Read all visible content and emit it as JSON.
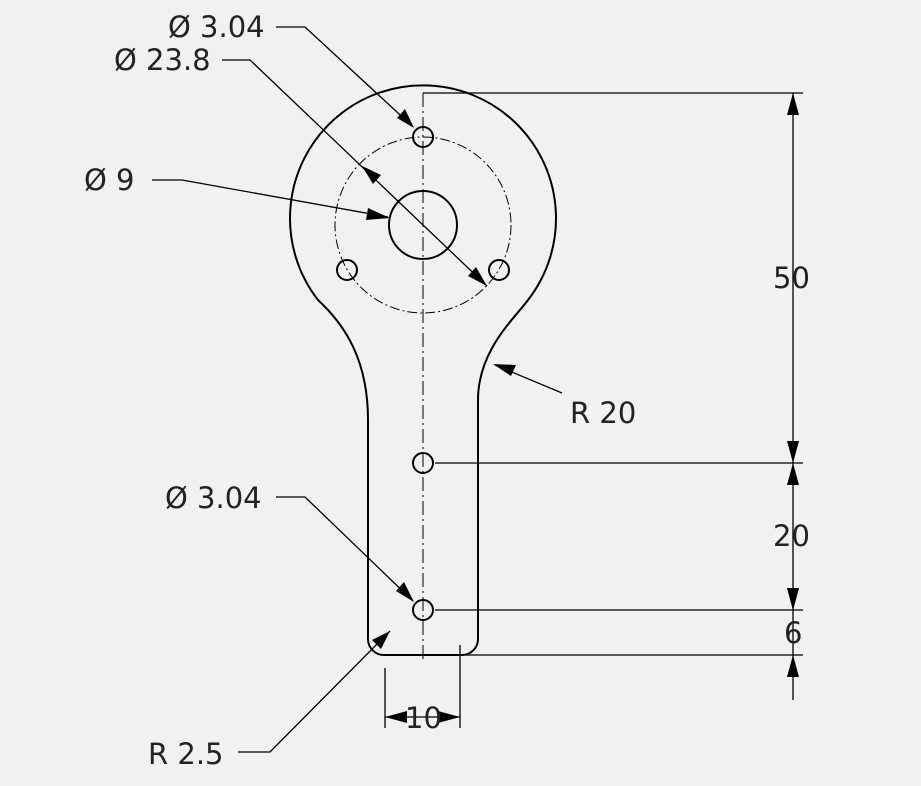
{
  "labels": {
    "dia_top_hole": "Ø 3.04",
    "dia_bolt_circle": "Ø 23.8",
    "dia_center_hole": "Ø 9",
    "radius_fillet": "R 20",
    "dia_bottom_hole": "Ø 3.04",
    "radius_corner": "R 2.5",
    "dim_height_total": "50",
    "dim_hole_spacing": "20",
    "dim_bottom_offset": "6",
    "dim_width": "10"
  }
}
